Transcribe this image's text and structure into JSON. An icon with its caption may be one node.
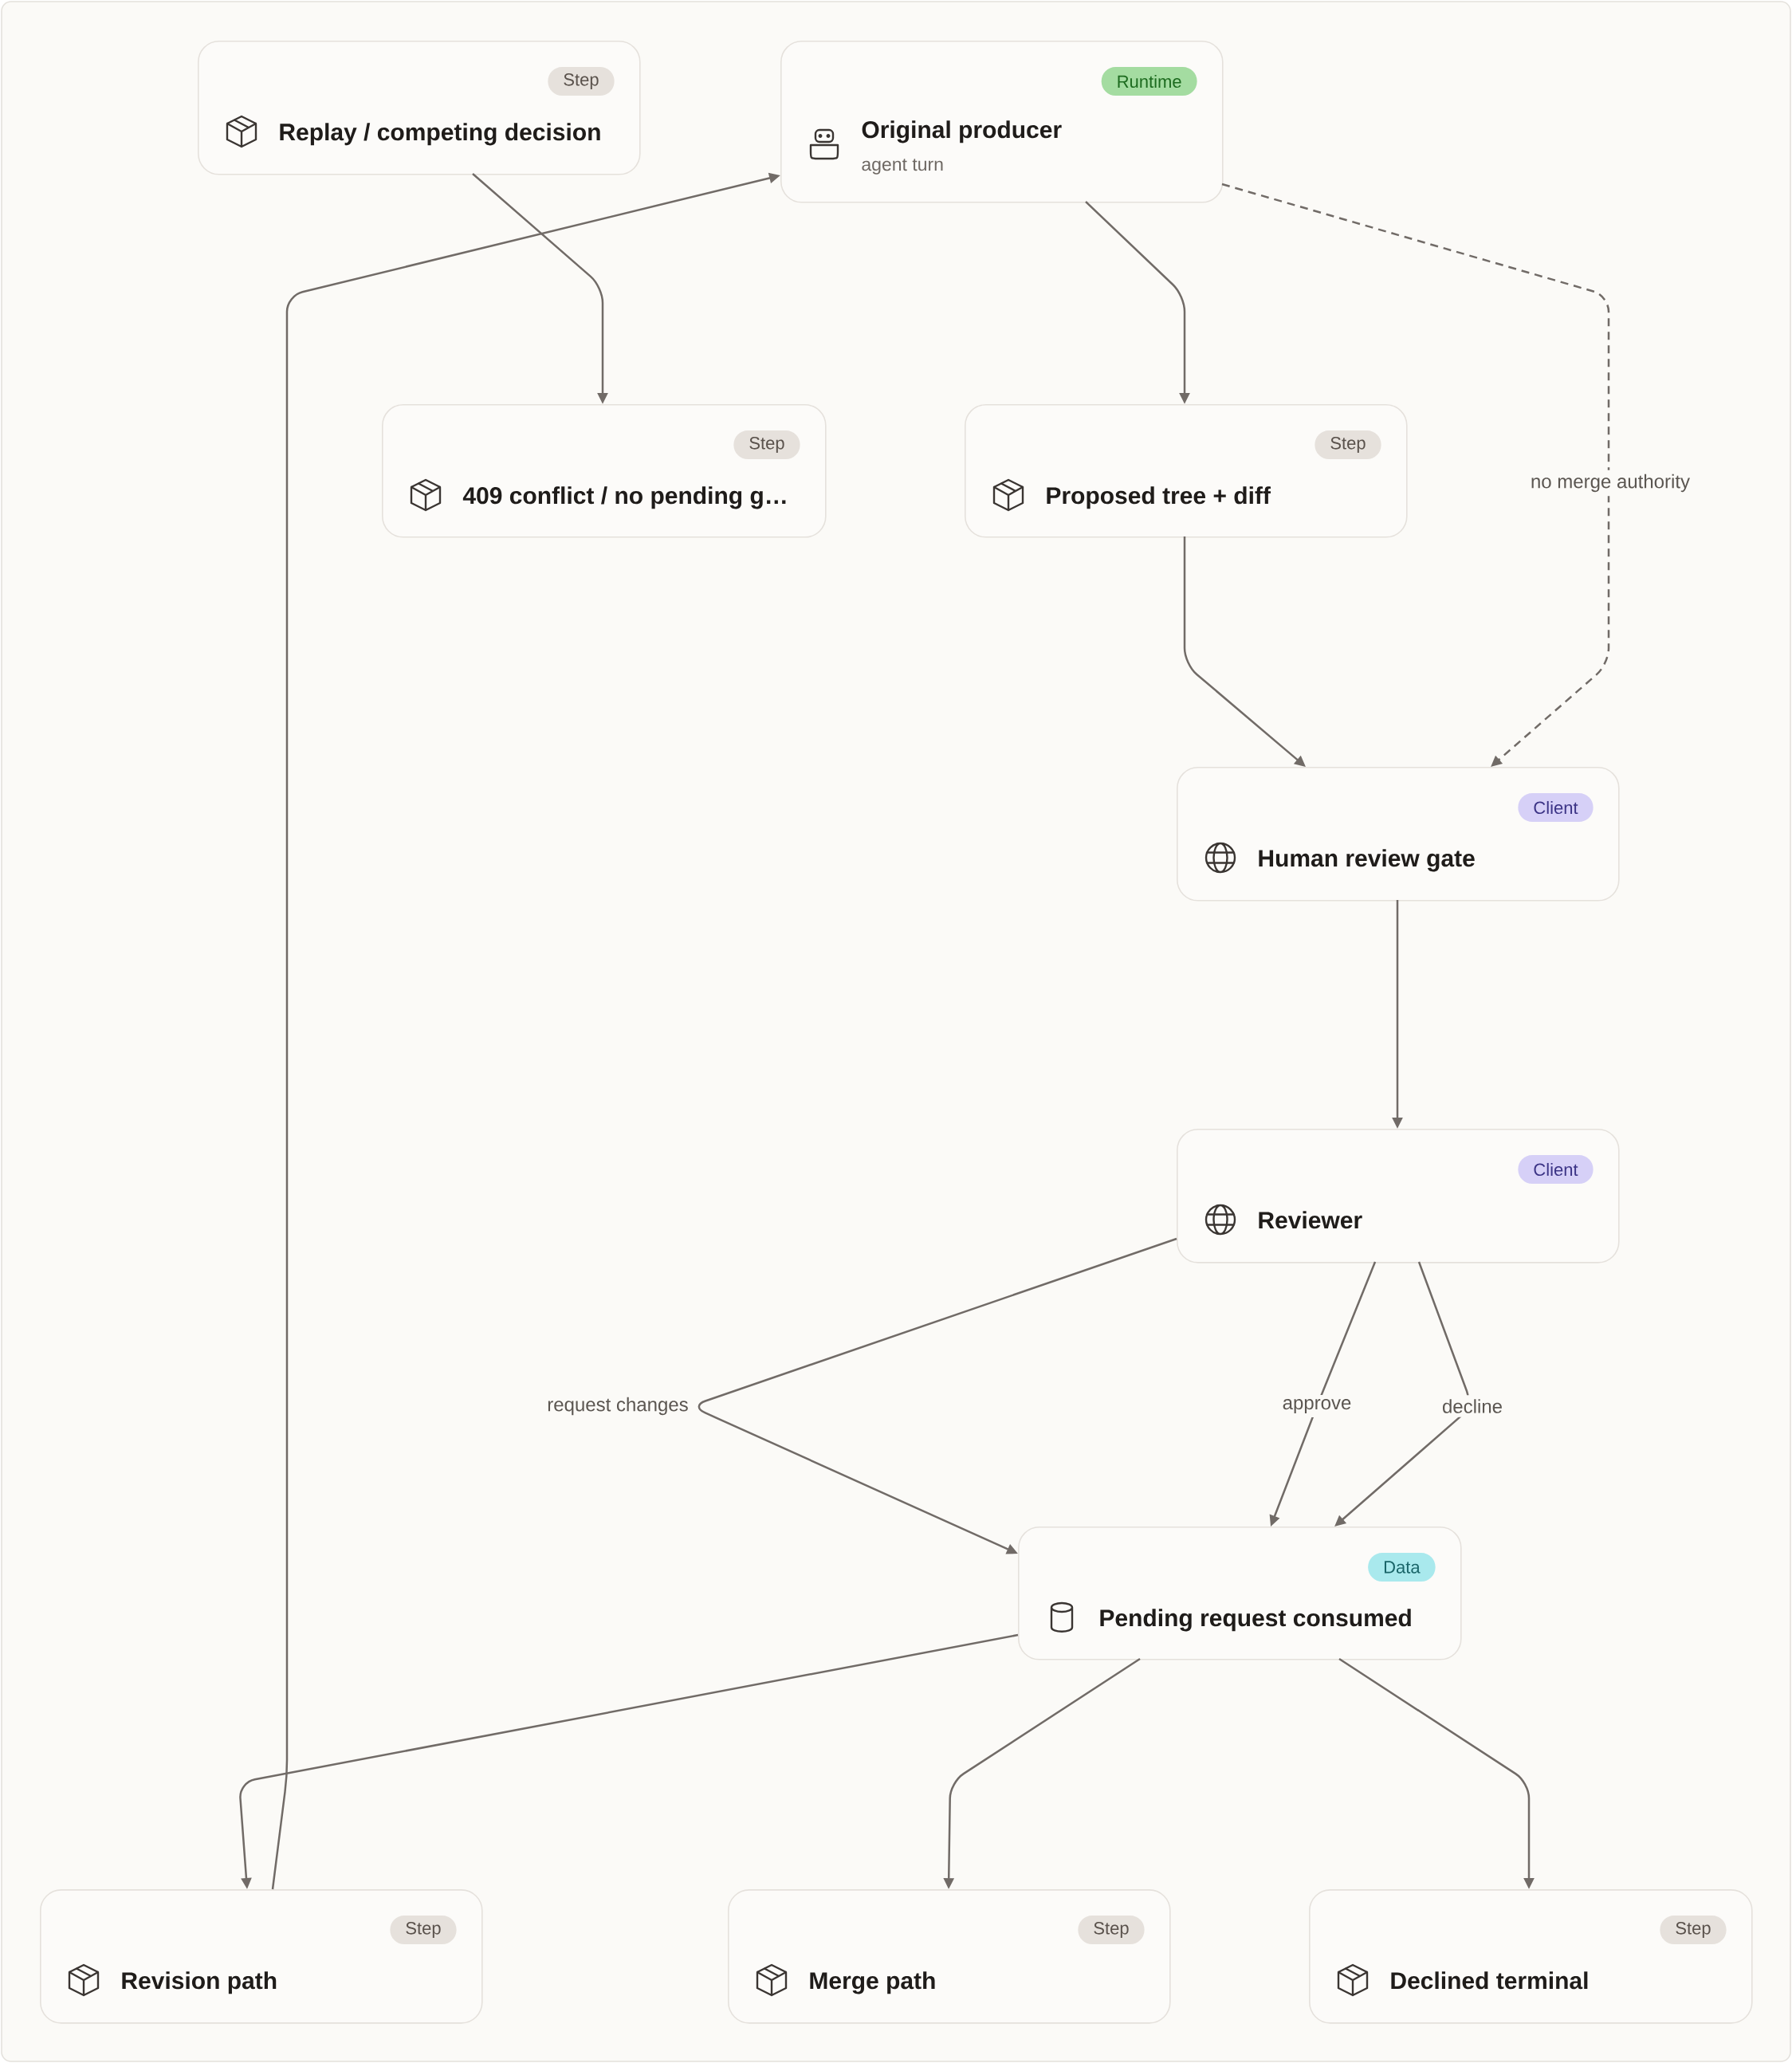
{
  "diagram": {
    "nodes": [
      {
        "text": [
          "Step",
          "Replay / competing decision"
        ]
      },
      {
        "text": [
          "Runtime",
          "Original producer",
          "agent turn"
        ]
      },
      {
        "text": [
          "Step",
          "409 conflict / no pending g…"
        ]
      },
      {
        "text": [
          "Step",
          "Proposed tree + diff"
        ]
      },
      {
        "text": [
          "Client",
          "Human review gate"
        ]
      },
      {
        "text": [
          "Client",
          "Reviewer"
        ]
      },
      {
        "text": [
          "Data",
          "Pending request consumed"
        ]
      },
      {
        "text": [
          "Step",
          "Revision path"
        ]
      },
      {
        "text": [
          "Step",
          "Merge path"
        ]
      },
      {
        "text": [
          "Step",
          "Declined terminal"
        ]
      }
    ],
    "edges": [
      {
        "from": 0,
        "to": 2,
        "arrow": "to"
      },
      {
        "from": 7,
        "to": 1,
        "arrow": "to"
      },
      {
        "from": 1,
        "to": 3,
        "arrow": "to"
      },
      {
        "from": 1,
        "to": 4,
        "arrow": "to",
        "label": "no merge authority",
        "style": "dashed"
      },
      {
        "from": 3,
        "to": 4,
        "arrow": "to"
      },
      {
        "from": 4,
        "to": 5,
        "arrow": "to"
      },
      {
        "from": 5,
        "to": 6,
        "arrow": "to",
        "label": "request changes"
      },
      {
        "from": 5,
        "to": 6,
        "arrow": "to",
        "label": "approve"
      },
      {
        "from": 5,
        "to": 6,
        "arrow": "to",
        "label": "decline"
      },
      {
        "from": 6,
        "to": 7,
        "arrow": "to"
      },
      {
        "from": 6,
        "to": 8,
        "arrow": "to"
      },
      {
        "from": 6,
        "to": 9,
        "arrow": "to"
      }
    ]
  }
}
